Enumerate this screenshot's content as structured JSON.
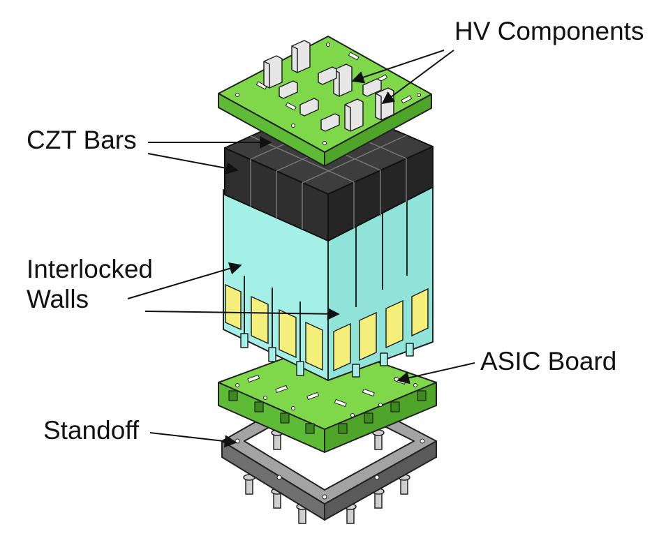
{
  "labels": {
    "hv_components": "HV Components",
    "czt_bars": "CZT Bars",
    "interlocked_walls_line1": "Interlocked",
    "interlocked_walls_line2": "Walls",
    "asic_board": "ASIC Board",
    "standoff": "Standoff"
  },
  "colors": {
    "pcb_green": "#7ed84a",
    "pcb_green_dark": "#4fa52a",
    "czt_black": "#2f2f2f",
    "wall_cyan": "#a5f0e6",
    "pad_yellow": "#f3ef7a",
    "standoff_gray": "#8c8c8c",
    "hv_white": "#e6e6e6",
    "outline": "#222222"
  }
}
